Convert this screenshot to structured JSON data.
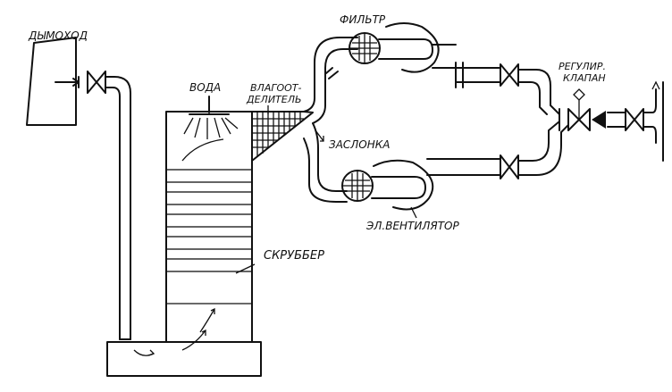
{
  "labels": {
    "chimney": "ДЫМОХОД",
    "water": "ВОДА",
    "separator_line1": "ВЛАГООТ-",
    "separator_line2": "ДЕЛИТЕЛЬ",
    "filter": "ФИЛЬТР",
    "damper": "ЗАСЛОНКА",
    "fan": "ЭЛ.ВЕНТИЛЯТОР",
    "scrubber": "СКРУББЕР",
    "valve_line1": "РЕГУЛИР.",
    "valve_line2": "КЛАПАН"
  },
  "colors": {
    "ink": "#111111",
    "paper": "#ffffff"
  }
}
